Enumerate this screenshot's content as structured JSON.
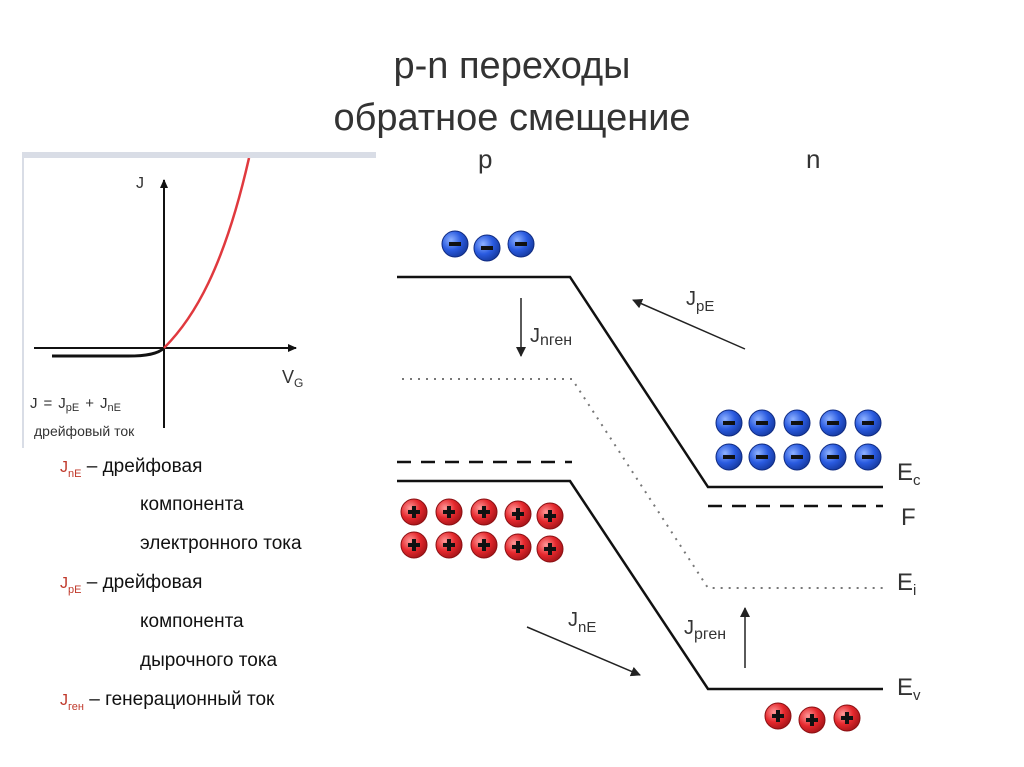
{
  "title": {
    "line1": "p-n переходы",
    "line2": "обратное смещение"
  },
  "iv_graph": {
    "y_axis_label": "J",
    "x_axis_label_main": "V",
    "x_axis_label_sub": "G",
    "formula": {
      "j": "J",
      "eq": "=",
      "jp": "J",
      "jp_sub": "pE",
      "plus": "+",
      "jn": "J",
      "jn_sub": "nE"
    },
    "caption": "дрейфовый ток",
    "curve_color": "#e0393e"
  },
  "legend": [
    {
      "symbol": "J",
      "symbol_sub": "nE",
      "text": "– дрейфовая",
      "cont1": "компонента",
      "cont2": "электронного тока"
    },
    {
      "symbol": "J",
      "symbol_sub": "pE",
      "text": "– дрейфовая",
      "cont1": "компонента",
      "cont2": "дырочного тока"
    },
    {
      "symbol": "J",
      "symbol_sub": "ген",
      "text": "– генерационный ток"
    }
  ],
  "band": {
    "p_label": "p",
    "n_label": "n",
    "ec": {
      "main": "E",
      "sub": "c"
    },
    "f": "F",
    "ei": {
      "main": "E",
      "sub": "i"
    },
    "ev": {
      "main": "E",
      "sub": "v"
    },
    "j_ngen": {
      "main": "J",
      "sub": "nген"
    },
    "j_pe": {
      "main": "J",
      "sub": "pE"
    },
    "j_ne": {
      "main": "J",
      "sub": "nE"
    },
    "j_pgen": {
      "main": "J",
      "sub": "pген"
    },
    "electron_color": "#1f4fd6",
    "hole_color": "#e2262b",
    "electron_symbol": "−",
    "hole_symbol": "+"
  }
}
